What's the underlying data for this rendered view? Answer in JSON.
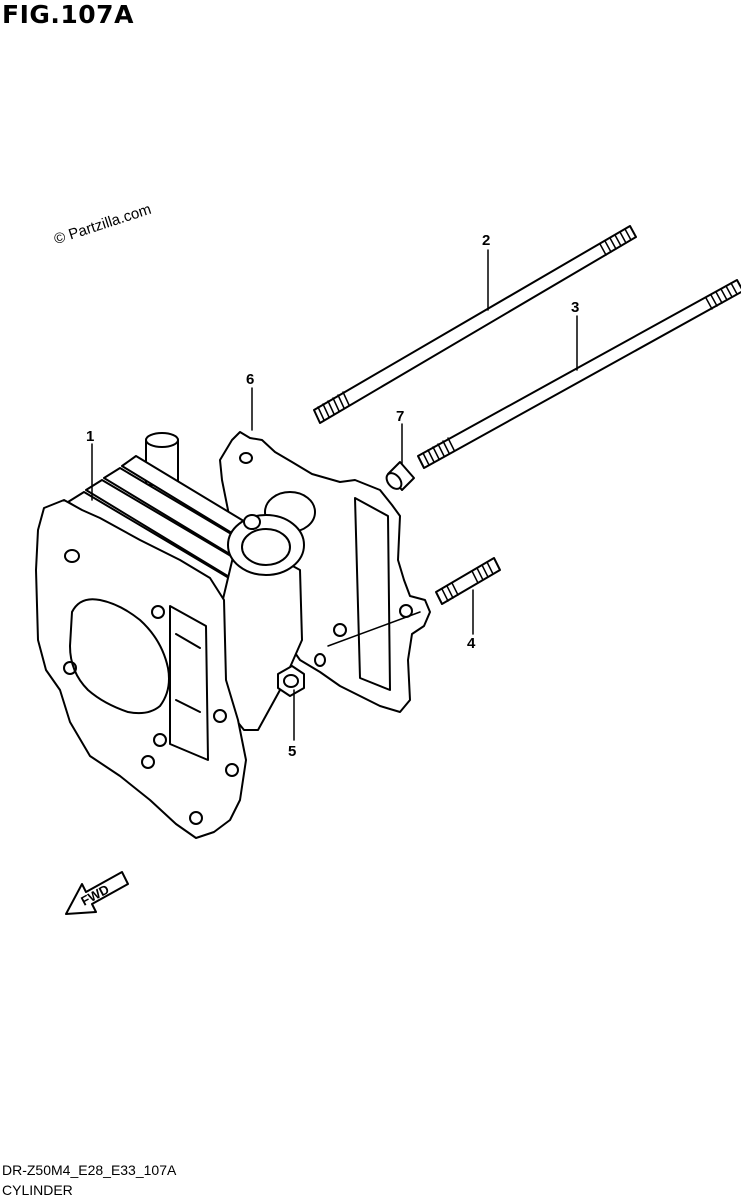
{
  "figure": {
    "title": "FIG.107A",
    "watermark": "© Partzilla.com",
    "code": "DR-Z50M4_E28_E33_107A",
    "name": "CYLINDER"
  },
  "fwd_label": "FWD",
  "callouts": [
    {
      "id": "1",
      "part": "cylinder"
    },
    {
      "id": "2",
      "part": "stud-bolt-long"
    },
    {
      "id": "3",
      "part": "stud-bolt-long"
    },
    {
      "id": "4",
      "part": "stud-bolt-short"
    },
    {
      "id": "5",
      "part": "nut"
    },
    {
      "id": "6",
      "part": "cylinder-gasket"
    },
    {
      "id": "7",
      "part": "dowel-pin"
    }
  ]
}
